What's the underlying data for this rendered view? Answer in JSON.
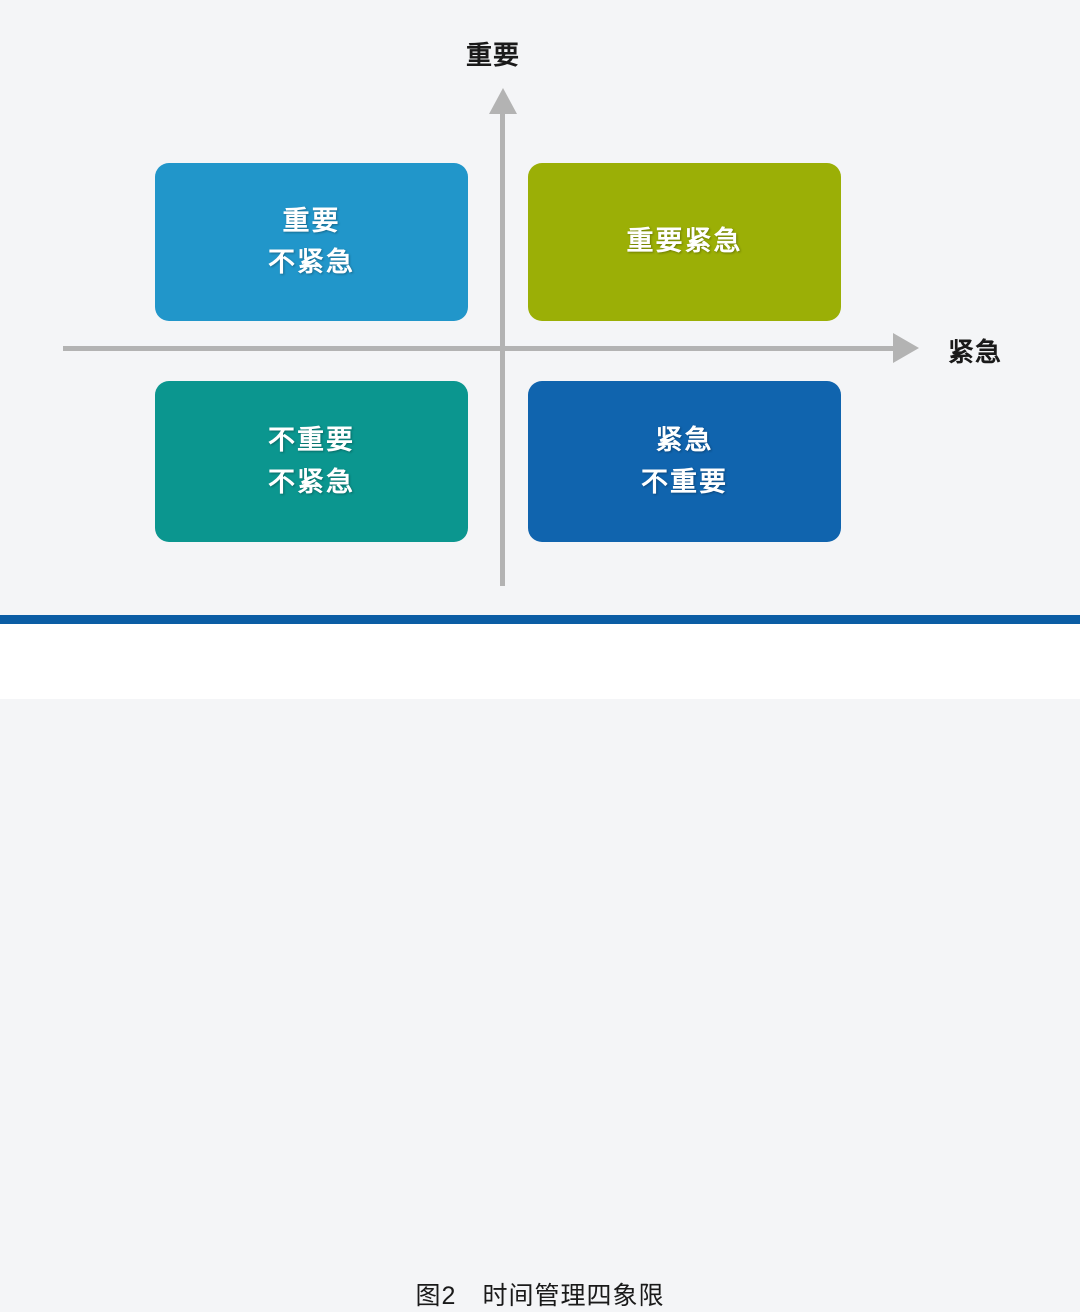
{
  "figure": {
    "caption": "图2　时间管理四象限",
    "background_color": "#f4f5f7",
    "footer_rule_color": "#0b5da4"
  },
  "axes": {
    "vertical": {
      "label": "重要",
      "arrow_direction": "up",
      "line_color": "#b3b3b3"
    },
    "horizontal": {
      "label": "紧急",
      "arrow_direction": "right",
      "line_color": "#b3b3b3"
    }
  },
  "quadrants": [
    {
      "id": "important-not-urgent",
      "position": "top-left",
      "lines": [
        "重要",
        "不紧急"
      ],
      "color": "#2196ca"
    },
    {
      "id": "important-urgent",
      "position": "top-right",
      "lines": [
        "重要紧急"
      ],
      "color": "#9baf06"
    },
    {
      "id": "not-important-not-urgent",
      "position": "bottom-left",
      "lines": [
        "不重要",
        "不紧急"
      ],
      "color": "#0b968f"
    },
    {
      "id": "urgent-not-important",
      "position": "bottom-right",
      "lines": [
        "紧急",
        "不重要"
      ],
      "color": "#1064ae"
    }
  ]
}
